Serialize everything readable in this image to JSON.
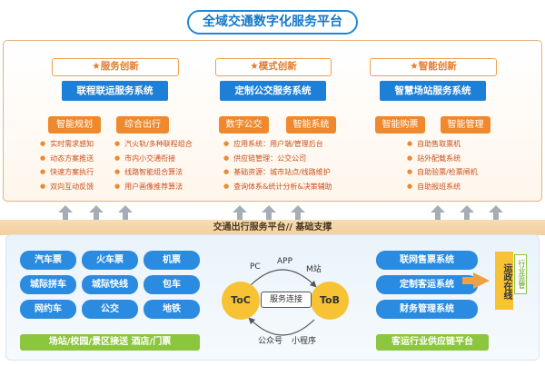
{
  "title": "全域交通数字化服务平台",
  "columns": [
    {
      "innovation": "★服务创新",
      "system": "联程联运服务系统",
      "subs": [
        {
          "label": "智能规划",
          "items": [
            "实时需求感知",
            "动态方案推送",
            "快速方案执行",
            "双向互动反馈"
          ]
        },
        {
          "label": "综合出行",
          "items": [
            "汽火轨/多种联程组合",
            "市内小交通衔接",
            "线路智能组合算法",
            "用户画像推荐算法"
          ]
        }
      ]
    },
    {
      "innovation": "★模式创新",
      "system": "定制公交服务系统",
      "subs": [
        {
          "label": "数字公交",
          "items": [
            "应用系统：用户端/管理后台",
            "供应链管理：公交公司",
            "基础资源：城市站点/线路维护",
            "查询体系&统计分析&决策辅助"
          ]
        },
        {
          "label": "智能系统",
          "items": []
        }
      ]
    },
    {
      "innovation": "★智能创新",
      "system": "智慧场站服务系统",
      "subs": [
        {
          "label": "智能购票",
          "items": [
            "自助售取票机",
            "站外配载系统",
            "自助验票/检票闸机",
            "自助报班系统"
          ]
        },
        {
          "label": "智能管理",
          "items": []
        }
      ]
    }
  ],
  "bar": "交通出行服务平台//  基础支撑",
  "tickets": [
    "汽车票",
    "火车票",
    "机票",
    "城际拼车",
    "城际快线",
    "包车",
    "网约车",
    "公交",
    "地铁"
  ],
  "green_left": "场站/校园/景区接送 酒店/门票",
  "channels": {
    "top": [
      "PC",
      "APP",
      "M站"
    ],
    "bottom": [
      "公众号",
      "小程序"
    ]
  },
  "toc": "ToC",
  "tob": "ToB",
  "connect": "服务连接",
  "right_systems": [
    "联网售票系统",
    "定制客运系统",
    "财务管理系统"
  ],
  "green_right": "客运行业供应链平台",
  "gov": "运政在线",
  "supervision": "行业监管",
  "colors": {
    "blue": "#1d7fd6",
    "orange": "#f0892e",
    "green": "#8cc63f",
    "yellow": "#f7c334"
  }
}
